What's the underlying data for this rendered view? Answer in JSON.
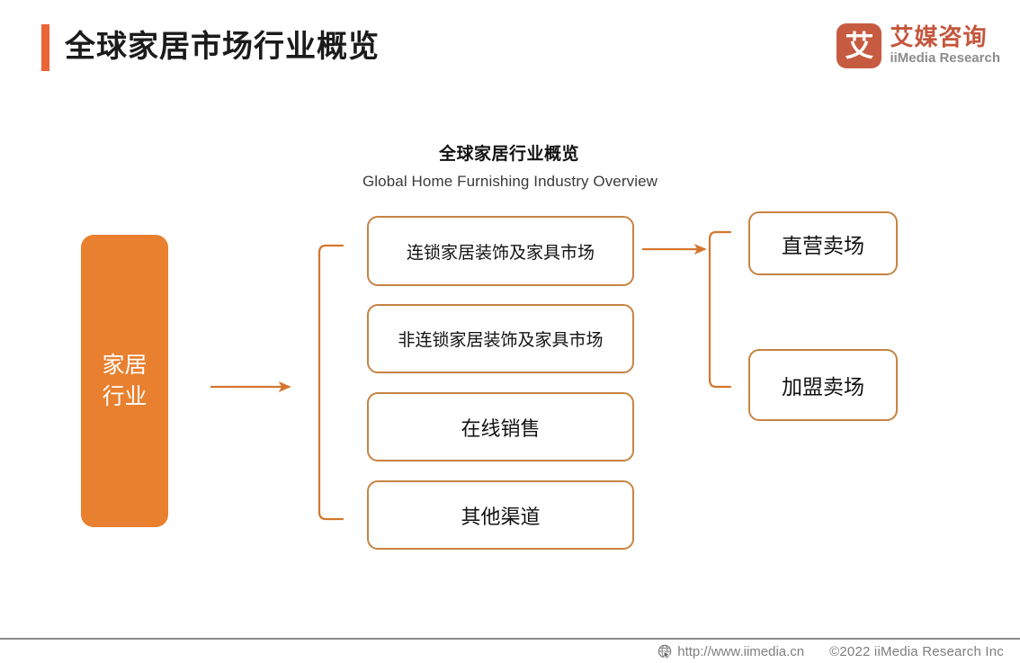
{
  "header": {
    "title": "全球家居市场行业概览",
    "accent_color": "#ea6435",
    "logo": {
      "mark_glyph": "艾",
      "name_cn": "艾媒咨询",
      "name_en": "iiMedia Research",
      "brand_color": "#c4563c"
    }
  },
  "diagram": {
    "title_cn": "全球家居行业概览",
    "title_en": "Global Home Furnishing Industry Overview",
    "node_border_color": "#c78341",
    "root": {
      "line1": "家居",
      "line2": "行业",
      "fill_color": "#e8802f",
      "text_color": "#ffffff"
    },
    "level1": [
      {
        "label": "连锁家居装饰及家具市场"
      },
      {
        "label": "非连锁家居装饰及家具市场"
      },
      {
        "label": "在线销售"
      },
      {
        "label": "其他渠道"
      }
    ],
    "level2": [
      {
        "label": "直营卖场"
      },
      {
        "label": "加盟卖场"
      }
    ]
  },
  "footer": {
    "url": "http://www.iimedia.cn",
    "copyright": "©2022  iiMedia Research  Inc"
  }
}
